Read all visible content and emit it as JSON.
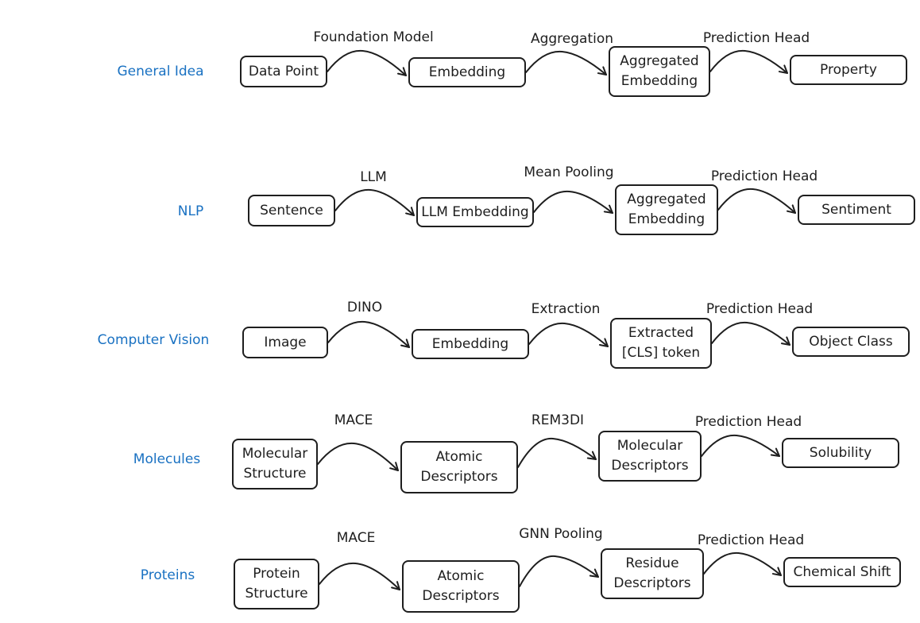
{
  "rows": [
    {
      "label": "General Idea",
      "nodes": [
        "Data Point",
        "Embedding",
        "Aggregated\nEmbedding",
        "Property"
      ],
      "edges": [
        "Foundation Model",
        "Aggregation",
        "Prediction Head"
      ]
    },
    {
      "label": "NLP",
      "nodes": [
        "Sentence",
        "LLM Embedding",
        "Aggregated\nEmbedding",
        "Sentiment"
      ],
      "edges": [
        "LLM",
        "Mean Pooling",
        "Prediction Head"
      ]
    },
    {
      "label": "Computer Vision",
      "nodes": [
        "Image",
        "Embedding",
        "Extracted\n[CLS] token",
        "Object Class"
      ],
      "edges": [
        "DINO",
        "Extraction",
        "Prediction Head"
      ]
    },
    {
      "label": "Molecules",
      "nodes": [
        "Molecular\nStructure",
        "Atomic\nDescriptors",
        "Molecular\nDescriptors",
        "Solubility"
      ],
      "edges": [
        "MACE",
        "REM3DI",
        "Prediction Head"
      ]
    },
    {
      "label": "Proteins",
      "nodes": [
        "Protein\nStructure",
        "Atomic\nDescriptors",
        "Residue\nDescriptors",
        "Chemical Shift"
      ],
      "edges": [
        "MACE",
        "GNN Pooling",
        "Prediction Head"
      ]
    }
  ],
  "colors": {
    "row_label": "#1971c2",
    "stroke": "#1e1e1e"
  }
}
